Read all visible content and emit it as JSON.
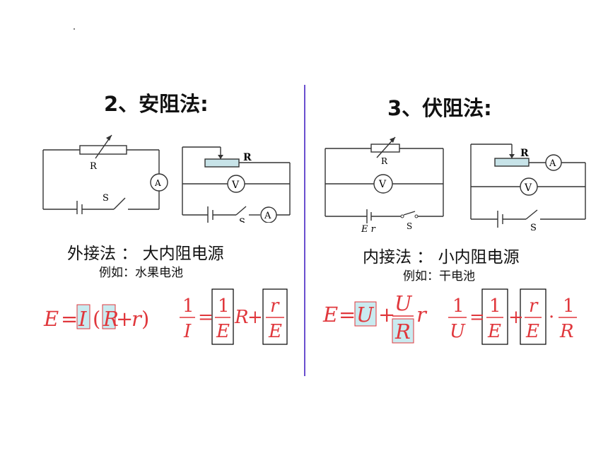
{
  "left": {
    "title": "2、安阻法:",
    "method": "外接法 ： 大内阻电源",
    "example": "例如：水果电池",
    "c1": {
      "R": "R",
      "A": "A",
      "S": "S"
    },
    "c2": {
      "R": "R",
      "V": "V",
      "A": "A",
      "S": "S"
    },
    "eq1": {
      "E": "E",
      "eq": "=",
      "I": "I",
      "lp": "(",
      "R": "R",
      "plus": "+",
      "r": "r",
      "rp": ")"
    },
    "eq2": {
      "one": "1",
      "I": "I",
      "eq": "=",
      "one2": "1",
      "E": "E",
      "R": "R",
      "plus": "+",
      "r": "r",
      "E2": "E"
    }
  },
  "right": {
    "title": "3、伏阻法:",
    "method": "内接法 ： 小内阻电源",
    "example": "例如：干电池",
    "c1": {
      "R": "R",
      "V": "V",
      "Er": "E r",
      "S": "S"
    },
    "c2": {
      "R": "R",
      "A": "A",
      "V": "V",
      "S": "S"
    },
    "eq1": {
      "E": "E",
      "eq": "=",
      "U": "U",
      "plus": "+",
      "U2": "U",
      "R": "R",
      "r": "r"
    },
    "eq2": {
      "one": "1",
      "U": "U",
      "eq": "=",
      "one2": "1",
      "E": "E",
      "plus": "+",
      "r": "r",
      "E2": "E",
      "dot": "·",
      "one3": "1",
      "R": "R"
    }
  },
  "colors": {
    "formula": "#e0373c",
    "highlight": "#c9ebf0",
    "divider": "#6a4fcf",
    "rheostat": "#c7e3e8"
  }
}
